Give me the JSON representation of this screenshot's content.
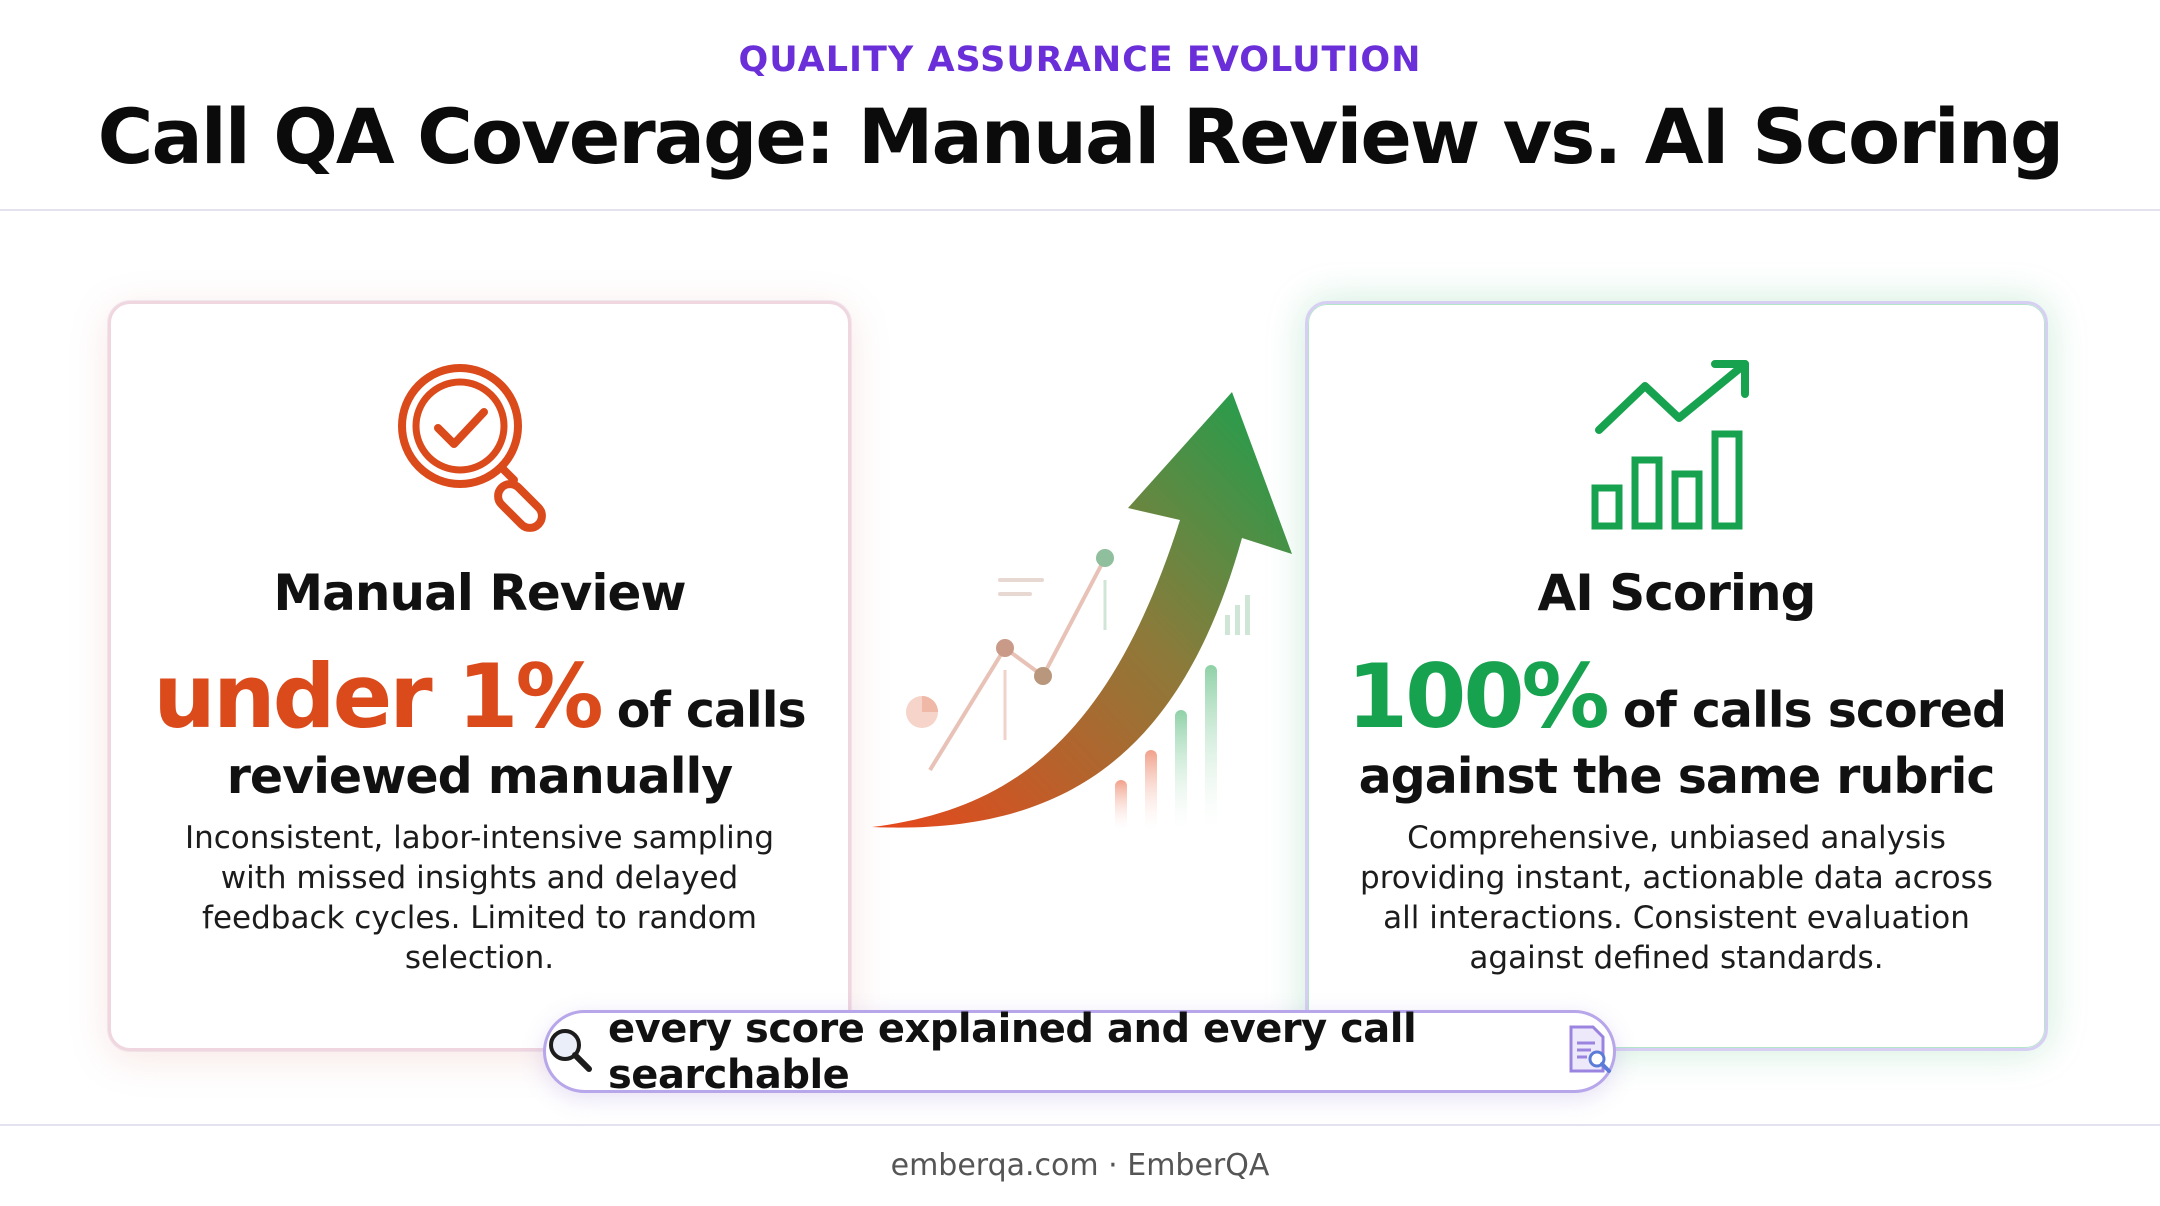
{
  "header": {
    "eyebrow": "QUALITY ASSURANCE EVOLUTION",
    "title": "Call QA Coverage: Manual Review vs. AI Scoring"
  },
  "cards": {
    "manual": {
      "icon": "magnifier-check-icon",
      "title": "Manual Review",
      "stat": "under 1%",
      "stat_text": " of calls",
      "stat_line2": "reviewed manually",
      "description": "Inconsistent, labor-intensive sampling with missed insights and delayed feedback cycles. Limited to random selection.",
      "accent": "#db4a1b"
    },
    "ai": {
      "icon": "growth-bar-chart-icon",
      "title": "AI Scoring",
      "stat": "100%",
      "stat_text": " of calls scored",
      "stat_line2": "against the same rubric",
      "description": "Comprehensive, unbiased analysis providing instant, actionable data across all interactions. Consistent evaluation against defined standards.",
      "accent": "#17a24f"
    }
  },
  "center_graphic": {
    "icon": "upward-trend-arrow-icon"
  },
  "pill": {
    "left_icon": "search-icon",
    "text": "every score explained and every call searchable",
    "right_icon": "document-search-icon"
  },
  "footer": {
    "text": "emberqa.com · EmberQA"
  }
}
